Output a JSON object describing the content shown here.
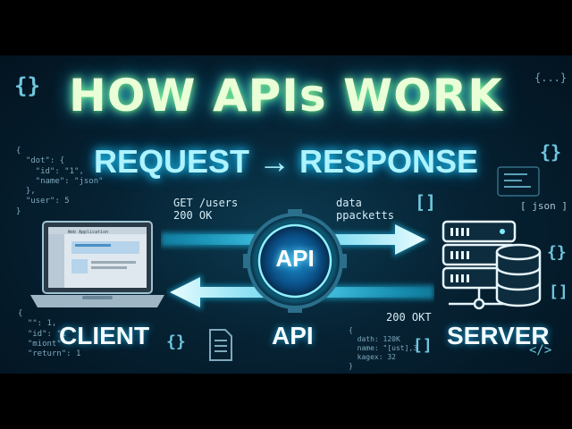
{
  "title": "HOW APIs WORK",
  "subtitle": "REQUEST → RESPONSE",
  "labels": {
    "client": "CLIENT",
    "api": "API",
    "server": "SERVER"
  },
  "api_badge": "API",
  "request_text": {
    "line1": "GET /users",
    "line2": "200 OK"
  },
  "data_text": {
    "line1": "data",
    "line2": "ppacketts"
  },
  "response_text": "200 OKT",
  "laptop_screen_title": "Web Application",
  "code_left_top": "{\n  \"dot\": {\n    \"id\": \"1\",\n    \"name\": \"json\"\n  },\n  \"user\": 5\n}",
  "code_left_bottom": "{\n  \"\": 1,\n  \"id\": \"1\n  \"miont\"\n  \"return\": 1",
  "code_right_bottom": "{\n  dath: 120K\n  name: \"[ust],3\n  kagex: 32\n}",
  "json_tag": "[ json ]",
  "dots_tag": "{...}",
  "code_tag": "</>",
  "braces": "{}",
  "brackets": "[]",
  "icons": {
    "laptop": "laptop-icon",
    "server": "server-rack-icon",
    "database": "database-icon",
    "document": "document-icon",
    "hub": "api-hub-icon"
  },
  "colors": {
    "background": "#062233",
    "glow_cyan": "#1fd0ff",
    "title_glow": "#8cff8a",
    "text": "#f4fbff"
  }
}
